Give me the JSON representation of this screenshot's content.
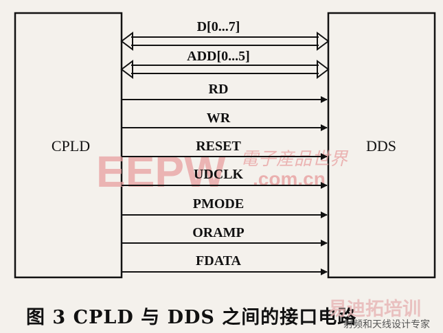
{
  "blocks": {
    "left": "CPLD",
    "right": "DDS"
  },
  "buses": [
    {
      "label": "D[0...7]",
      "direction": "bidirectional"
    },
    {
      "label": "ADD[0...5]",
      "direction": "bidirectional"
    }
  ],
  "signals": [
    {
      "label": "RD",
      "direction": "left-to-right"
    },
    {
      "label": "WR",
      "direction": "left-to-right"
    },
    {
      "label": "RESET",
      "direction": "left-to-right"
    },
    {
      "label": "UDCLK",
      "direction": "left-to-right"
    },
    {
      "label": "PMODE",
      "direction": "left-to-right"
    },
    {
      "label": "ORAMP",
      "direction": "left-to-right"
    },
    {
      "label": "FDATA",
      "direction": "left-to-right"
    }
  ],
  "caption": "图 3   CPLD 与 DDS 之间的接口电路",
  "watermarks": {
    "brand": "EEPW",
    "domain": ".com.cn",
    "cn_name": "電子産品世界",
    "bottom_title": "易迪拓培训",
    "bottom_sub": "射频和天线设计专家"
  },
  "colors": {
    "line": "#111111",
    "background": "#f4f1ec",
    "watermark": "#e8a0a0"
  }
}
